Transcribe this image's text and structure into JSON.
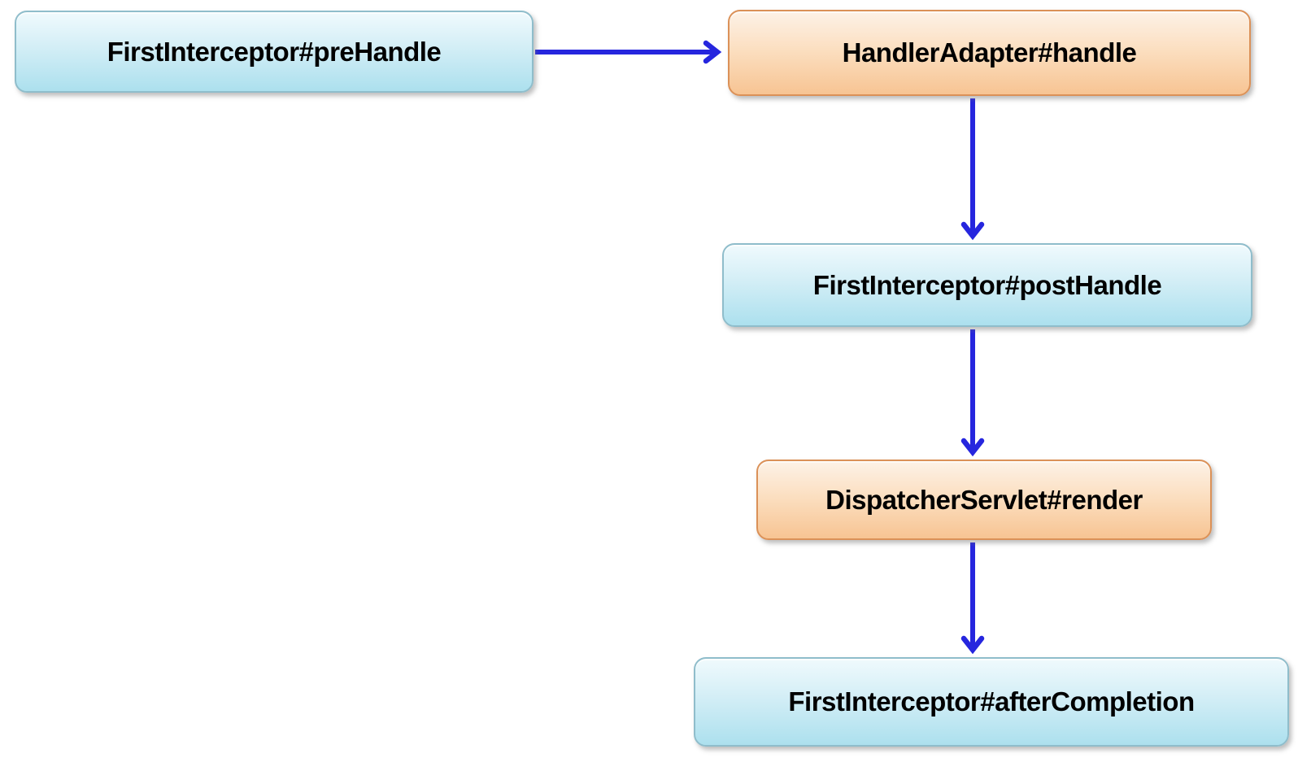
{
  "diagram": {
    "description": "Flowchart of interceptor method execution order",
    "nodes": [
      {
        "id": "preHandle",
        "label": "FirstInterceptor#preHandle",
        "style": "blue"
      },
      {
        "id": "handle",
        "label": "HandlerAdapter#handle",
        "style": "orange"
      },
      {
        "id": "postHandle",
        "label": "FirstInterceptor#postHandle",
        "style": "blue"
      },
      {
        "id": "render",
        "label": "DispatcherServlet#render",
        "style": "orange"
      },
      {
        "id": "afterCompletion",
        "label": "FirstInterceptor#afterCompletion",
        "style": "blue"
      }
    ],
    "edges": [
      {
        "from": "preHandle",
        "to": "handle",
        "direction": "right"
      },
      {
        "from": "handle",
        "to": "postHandle",
        "direction": "down"
      },
      {
        "from": "postHandle",
        "to": "render",
        "direction": "down"
      },
      {
        "from": "render",
        "to": "afterCompletion",
        "direction": "down"
      }
    ],
    "colors": {
      "arrow": "#2626de",
      "blue_node_fill_top": "#f0fafd",
      "blue_node_fill_bottom": "#ace0ee",
      "blue_node_border": "#8fbdcb",
      "orange_node_fill_top": "#fdf2e7",
      "orange_node_fill_bottom": "#f7c493",
      "orange_node_border": "#db9158",
      "text": "#000000",
      "background": "#ffffff"
    }
  }
}
